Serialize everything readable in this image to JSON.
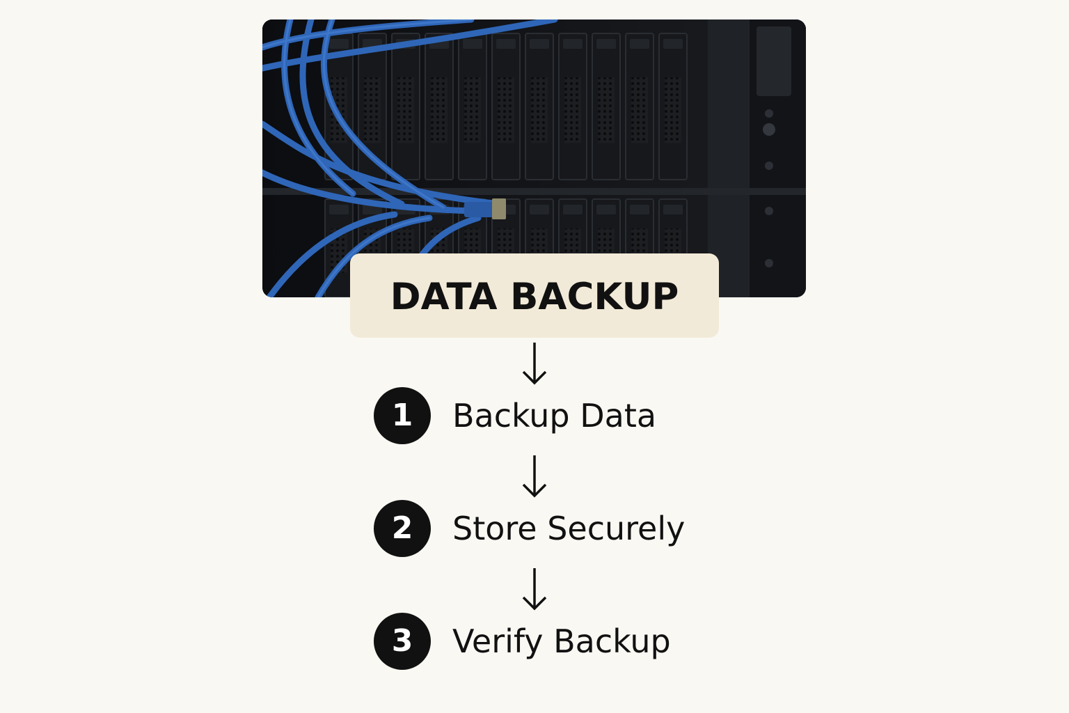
{
  "title": "DATA BACKUP",
  "image": {
    "subject": "server-rack-with-blue-network-cables-icon",
    "colors": {
      "cable": "#2f66b8",
      "rack": "#15171b",
      "background": "#0f1115"
    }
  },
  "steps": [
    {
      "number": "1",
      "label": "Backup Data"
    },
    {
      "number": "2",
      "label": "Store Securely"
    },
    {
      "number": "3",
      "label": "Verify Backup"
    }
  ],
  "colors": {
    "page_background": "#faf8f3",
    "title_box": "#f2ead8",
    "badge": "#111111",
    "text": "#111111"
  }
}
